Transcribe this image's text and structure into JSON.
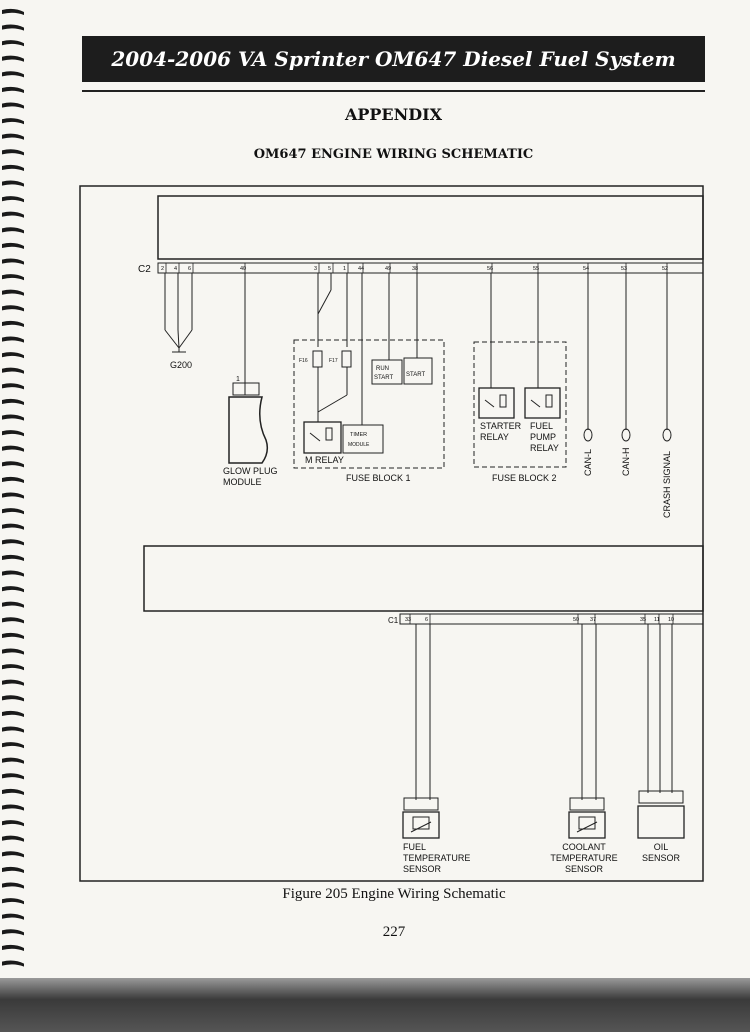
{
  "header": {
    "title": "2004-2006 VA Sprinter OM647 Diesel Fuel System",
    "section": "APPENDIX",
    "subtitle": "OM647 ENGINE WIRING SCHEMATIC"
  },
  "diagram": {
    "connector_c2": "C2",
    "connector_c1": "C1",
    "c2_pins": [
      "2",
      "4",
      "6",
      "40",
      "3",
      "5",
      "1",
      "44",
      "49",
      "38",
      "56",
      "55",
      "54",
      "53",
      "52"
    ],
    "c1_pins": [
      "33",
      "6",
      "50",
      "37",
      "35",
      "11",
      "10"
    ],
    "ground": "G200",
    "glow_plug_label": "GLOW PLUG",
    "glow_plug_label2": "MODULE",
    "glow_plug_pin": "1",
    "fuse_f16": "F16",
    "fuse_f17": "F17",
    "run_start_label": "RUN",
    "run_start_label2": "START",
    "start_label": "START",
    "timer_label": "TIMER",
    "timer_label2": "MODULE",
    "m_relay": "M RELAY",
    "fuse_block_1": "FUSE BLOCK 1",
    "starter_relay_label": "STARTER",
    "starter_relay_label2": "RELAY",
    "fuel_pump_label": "FUEL",
    "fuel_pump_label2": "PUMP",
    "fuel_pump_label3": "RELAY",
    "fuse_block_2": "FUSE BLOCK 2",
    "can_l": "CAN-L",
    "can_h": "CAN-H",
    "crash_signal": "CRASH SIGNAL",
    "fuel_temp_sensor": [
      "FUEL",
      "TEMPERATURE",
      "SENSOR"
    ],
    "coolant_temp_sensor": [
      "COOLANT",
      "TEMPERATURE",
      "SENSOR"
    ],
    "oil_sensor": [
      "OIL",
      "SENSOR"
    ]
  },
  "footer": {
    "caption": "Figure 205 Engine Wiring Schematic",
    "page_number": "227"
  },
  "colors": {
    "title_bar": "#1d1d1d",
    "line": "#222222",
    "page": "#f7f6f2"
  }
}
